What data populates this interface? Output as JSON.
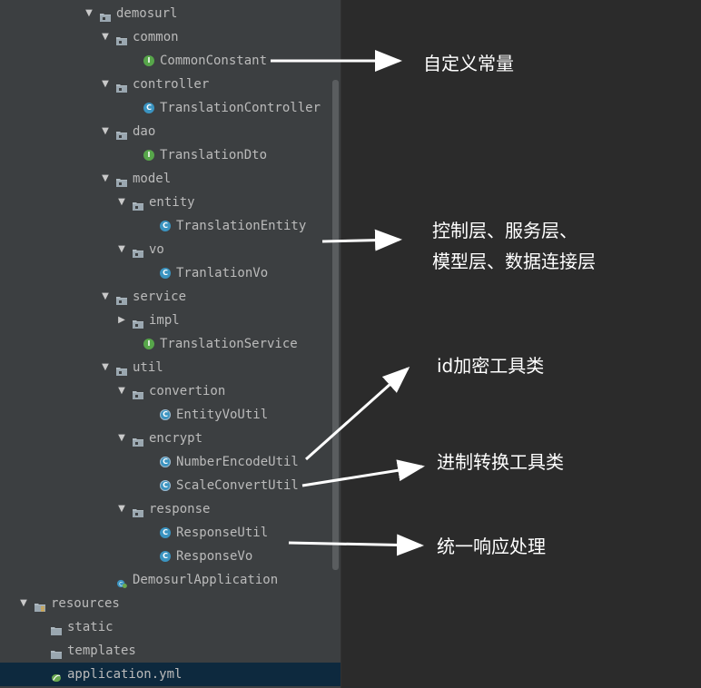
{
  "tree": {
    "items": [
      {
        "label": "demosurl",
        "depth": 0,
        "kind": "folder",
        "expanded": true,
        "icon": "package-folder-icon"
      },
      {
        "label": "common",
        "depth": 1,
        "kind": "folder",
        "expanded": true,
        "icon": "package-folder-icon"
      },
      {
        "label": "CommonConstant",
        "depth": 2,
        "kind": "interface",
        "icon": "interface-icon"
      },
      {
        "label": "controller",
        "depth": 1,
        "kind": "folder",
        "expanded": true,
        "icon": "package-folder-icon"
      },
      {
        "label": "TranslationController",
        "depth": 2,
        "kind": "class",
        "icon": "class-icon"
      },
      {
        "label": "dao",
        "depth": 1,
        "kind": "folder",
        "expanded": true,
        "icon": "package-folder-icon"
      },
      {
        "label": "TranslationDto",
        "depth": 2,
        "kind": "interface",
        "icon": "interface-icon"
      },
      {
        "label": "model",
        "depth": 1,
        "kind": "folder",
        "expanded": true,
        "icon": "package-folder-icon"
      },
      {
        "label": "entity",
        "depth": 2,
        "kind": "folder",
        "expanded": true,
        "icon": "package-folder-icon"
      },
      {
        "label": "TranslationEntity",
        "depth": 3,
        "kind": "class",
        "icon": "class-icon"
      },
      {
        "label": "vo",
        "depth": 2,
        "kind": "folder",
        "expanded": true,
        "icon": "package-folder-icon"
      },
      {
        "label": "TranlationVo",
        "depth": 3,
        "kind": "class",
        "icon": "class-icon"
      },
      {
        "label": "service",
        "depth": 1,
        "kind": "folder",
        "expanded": true,
        "icon": "package-folder-icon"
      },
      {
        "label": "impl",
        "depth": 2,
        "kind": "folder",
        "expanded": false,
        "icon": "package-folder-icon"
      },
      {
        "label": "TranslationService",
        "depth": 2,
        "kind": "interface",
        "icon": "interface-icon"
      },
      {
        "label": "util",
        "depth": 1,
        "kind": "folder",
        "expanded": true,
        "icon": "package-folder-icon"
      },
      {
        "label": "convertion",
        "depth": 2,
        "kind": "folder",
        "expanded": true,
        "icon": "package-folder-icon"
      },
      {
        "label": "EntityVoUtil",
        "depth": 3,
        "kind": "final-class",
        "icon": "final-class-icon"
      },
      {
        "label": "encrypt",
        "depth": 2,
        "kind": "folder",
        "expanded": true,
        "icon": "package-folder-icon"
      },
      {
        "label": "NumberEncodeUtil",
        "depth": 3,
        "kind": "final-class",
        "icon": "final-class-icon"
      },
      {
        "label": "ScaleConvertUtil",
        "depth": 3,
        "kind": "final-class",
        "icon": "final-class-icon"
      },
      {
        "label": "response",
        "depth": 2,
        "kind": "folder",
        "expanded": true,
        "icon": "package-folder-icon"
      },
      {
        "label": "ResponseUtil",
        "depth": 3,
        "kind": "class",
        "icon": "class-icon"
      },
      {
        "label": "ResponseVo",
        "depth": 3,
        "kind": "class",
        "icon": "class-icon"
      },
      {
        "label": "DemosurlApplication",
        "depth": 1,
        "kind": "spring-class",
        "icon": "spring-boot-class-icon"
      },
      {
        "label": "resources",
        "depth": -4,
        "kind": "resources-folder",
        "expanded": true,
        "icon": "resources-folder-icon"
      },
      {
        "label": "static",
        "depth": -3,
        "kind": "plain-folder",
        "icon": "folder-icon"
      },
      {
        "label": "templates",
        "depth": -3,
        "kind": "plain-folder",
        "icon": "folder-icon"
      },
      {
        "label": "application.yml",
        "depth": -3,
        "kind": "yml",
        "selected": true,
        "icon": "yaml-file-icon"
      }
    ]
  },
  "annotations": {
    "constants": "自定义常量",
    "layers_line1": "控制层、服务层、",
    "layers_line2": "模型层、数据连接层",
    "id_encrypt": "id加密工具类",
    "radix_convert": "进制转换工具类",
    "response": "统一响应处理"
  },
  "colors": {
    "panel": "#3c3f41",
    "editor": "#2b2b2b",
    "text": "#bbbbbb",
    "class_icon": "#3b94c1",
    "interface_icon": "#57a64a",
    "selection": "#0d293e",
    "annotation": "#ffffff"
  }
}
